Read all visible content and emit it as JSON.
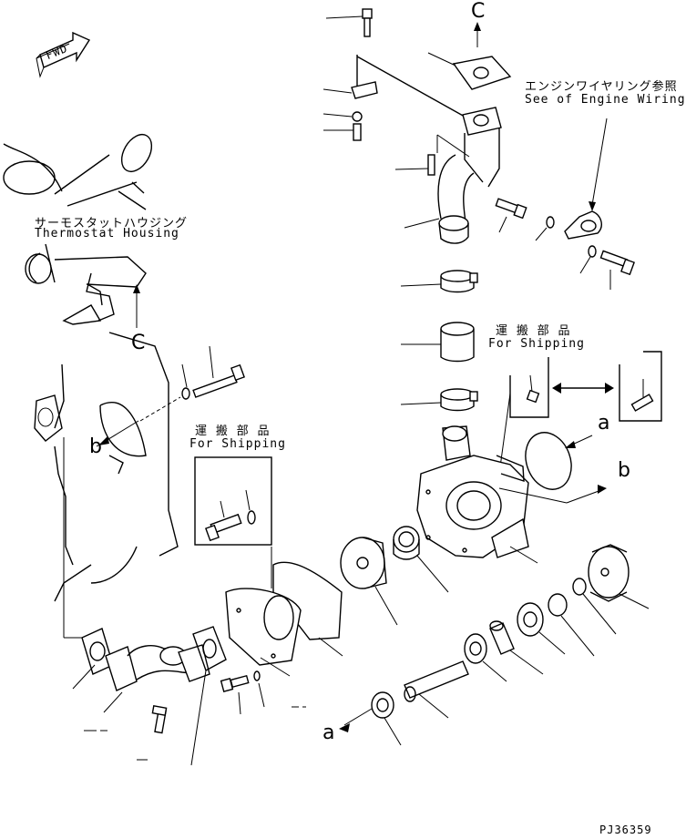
{
  "fwd_label": "FWD",
  "thermostat": {
    "jp": "サーモスタットハウジング",
    "en": "Thermostat Housing"
  },
  "engine_wiring": {
    "jp": "エンジンワイヤリング参照",
    "en": "See of Engine Wiring"
  },
  "shipping_1": {
    "jp": "運 搬 部 品",
    "en": "For Shipping"
  },
  "shipping_2": {
    "jp": "運 搬 部 品",
    "en": "For Shipping"
  },
  "callouts": {
    "c_top": "C",
    "c_left": "C",
    "a_right": "a",
    "b_right": "b",
    "b_left": "b",
    "a_bottom": "a"
  },
  "drawing_code": "PJ36359",
  "colors": {
    "ink": "#000000",
    "paper": "#ffffff"
  }
}
